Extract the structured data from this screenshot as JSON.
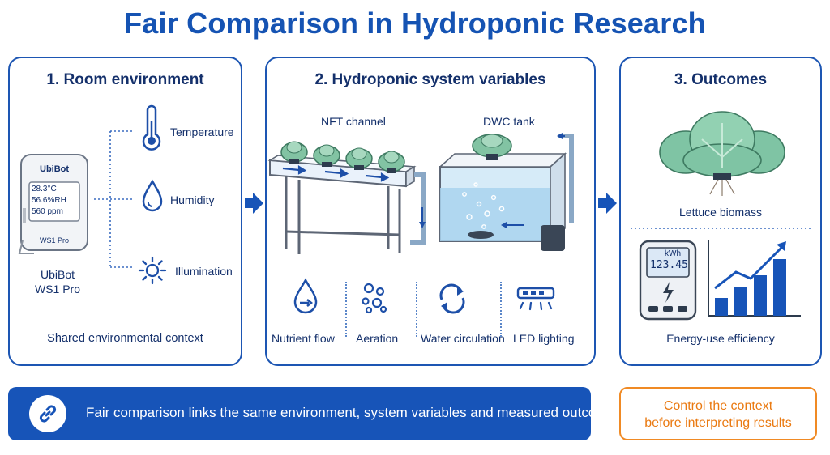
{
  "title": "Fair Comparison in Hydroponic Research",
  "panel1": {
    "heading": "1. Room environment",
    "device_screen": {
      "brand": "UbiBot",
      "temp": "28.3°C",
      "humidity": "56.6%RH",
      "ppm": "560 ppm",
      "model": "WS1 Pro"
    },
    "device_label_line1": "UbiBot",
    "device_label_line2": "WS1 Pro",
    "factors": [
      "Temperature",
      "Humidity",
      "Illumination"
    ],
    "footer": "Shared environmental context"
  },
  "panel2": {
    "heading": "2. Hydroponic system variables",
    "nft_label": "NFT channel",
    "dwc_label": "DWC tank",
    "variables": [
      "Nutrient flow",
      "Aeration",
      "Water circulation",
      "LED lighting"
    ]
  },
  "panel3": {
    "heading": "3. Outcomes",
    "lettuce_label": "Lettuce biomass",
    "meter_unit": "kWh",
    "meter_value": "123.45",
    "energy_label": "Energy-use efficiency"
  },
  "bottom_bar": {
    "text": "Fair comparison links the same environment, system variables and measured outcomes."
  },
  "note": {
    "line1": "Control the context",
    "line2": "before interpreting results"
  },
  "colors": {
    "primary": "#1754b8",
    "accent_orange": "#ea7a12",
    "leaf": "#7fc4a4",
    "water": "#bfe0f5"
  }
}
